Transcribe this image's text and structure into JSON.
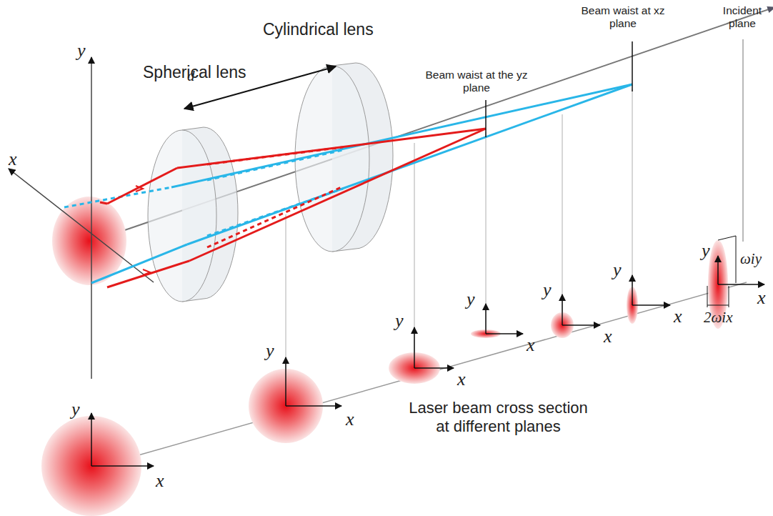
{
  "diagram": {
    "labels": [
      "y",
      "x",
      "Spherical lens",
      "d",
      "Cylindrical lens",
      "Beam waist at the yz plane",
      "Beam waist at xz plane",
      "Incident plane",
      "y",
      "x",
      "y",
      "x",
      "y",
      "x",
      "Laser beam cross section at different planes",
      "y",
      "x",
      "y",
      "x",
      "y",
      "x",
      "y",
      "ωiy",
      "x",
      "2ωix"
    ]
  }
}
